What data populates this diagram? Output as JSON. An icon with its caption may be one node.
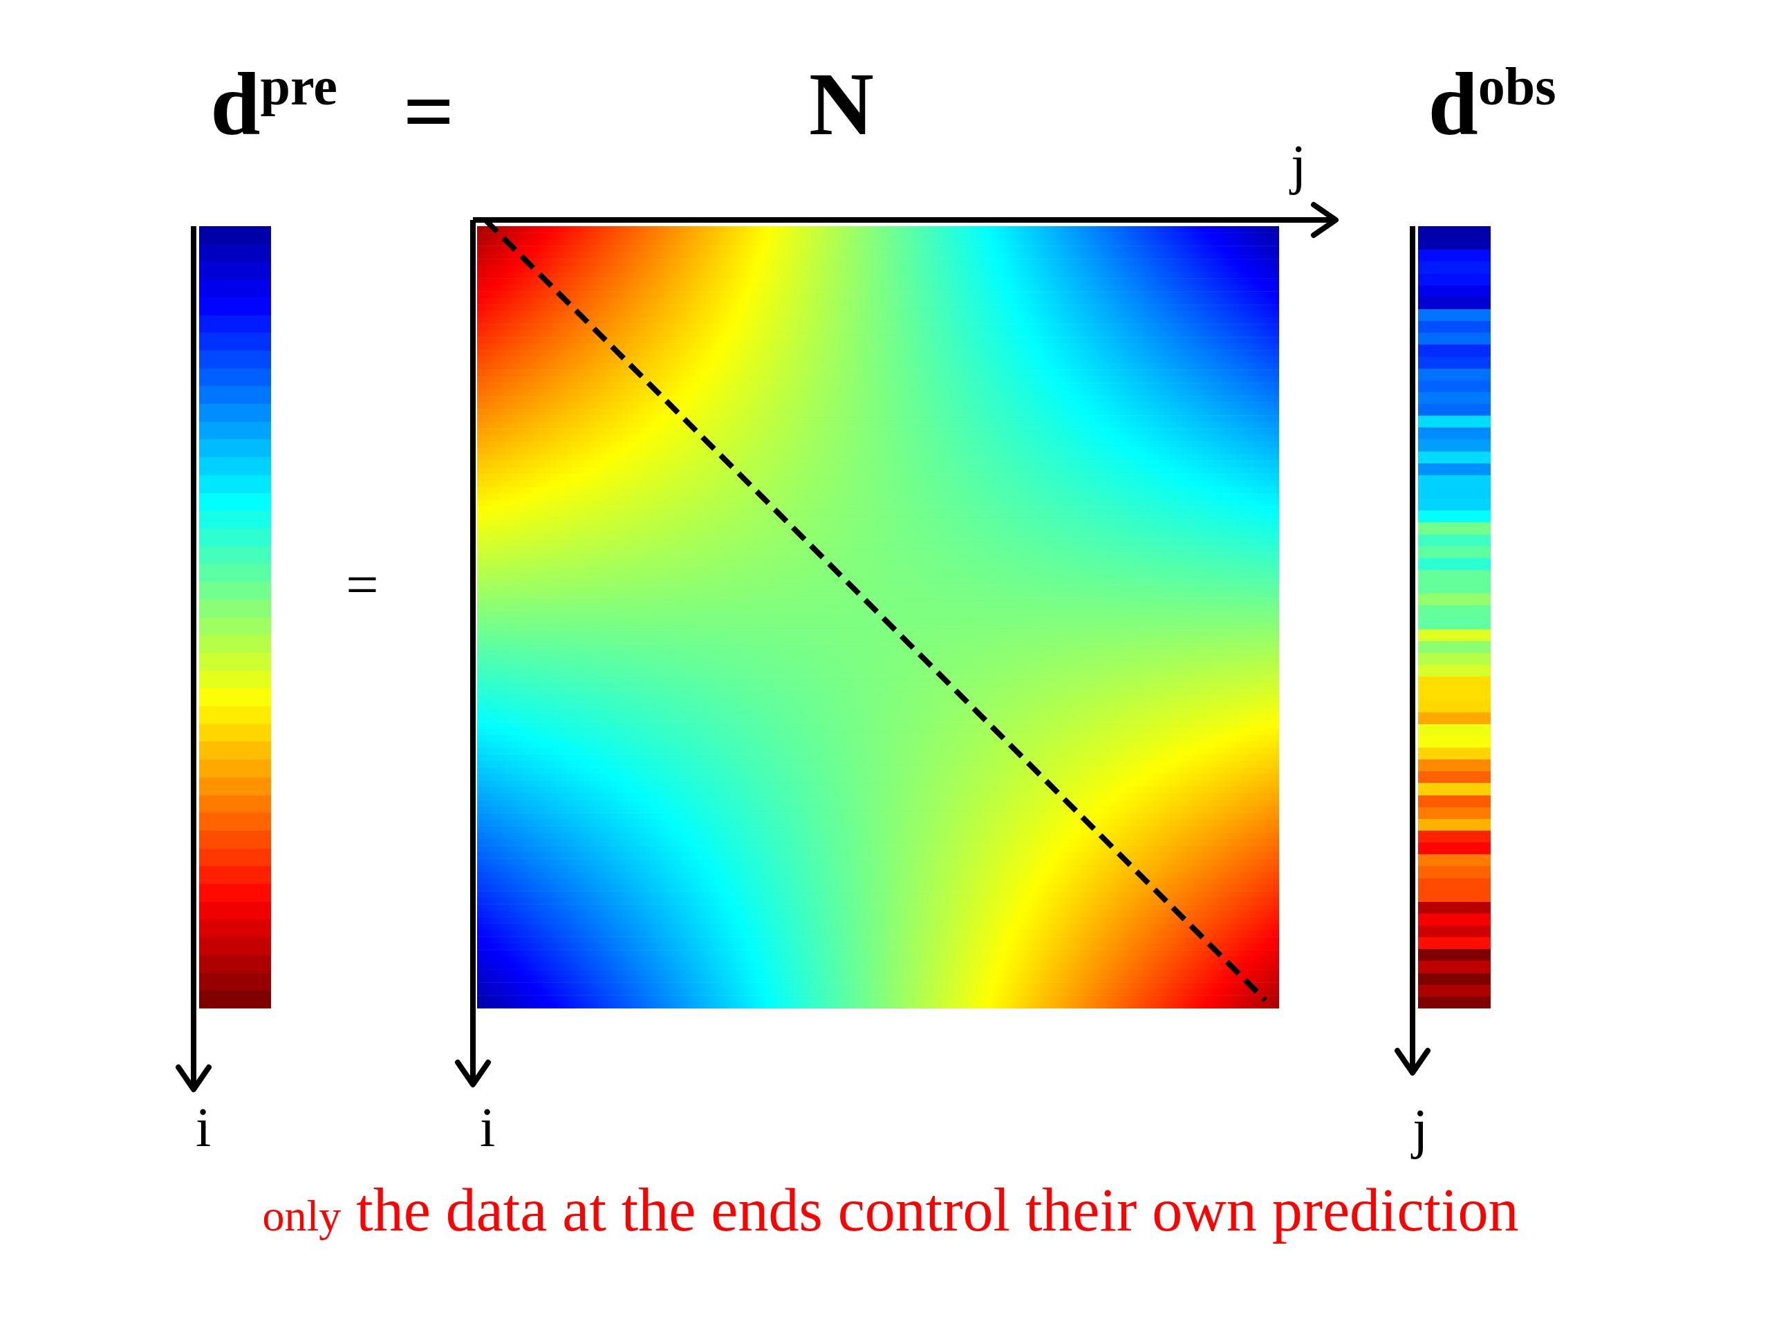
{
  "diagram": {
    "caption": "only the data at the ends control their own prediction",
    "labels": [
      "d$^{pre}$",
      "=",
      "N",
      "d$^{obs}$",
      "j",
      "=",
      "i",
      "i",
      "j"
    ]
  }
}
